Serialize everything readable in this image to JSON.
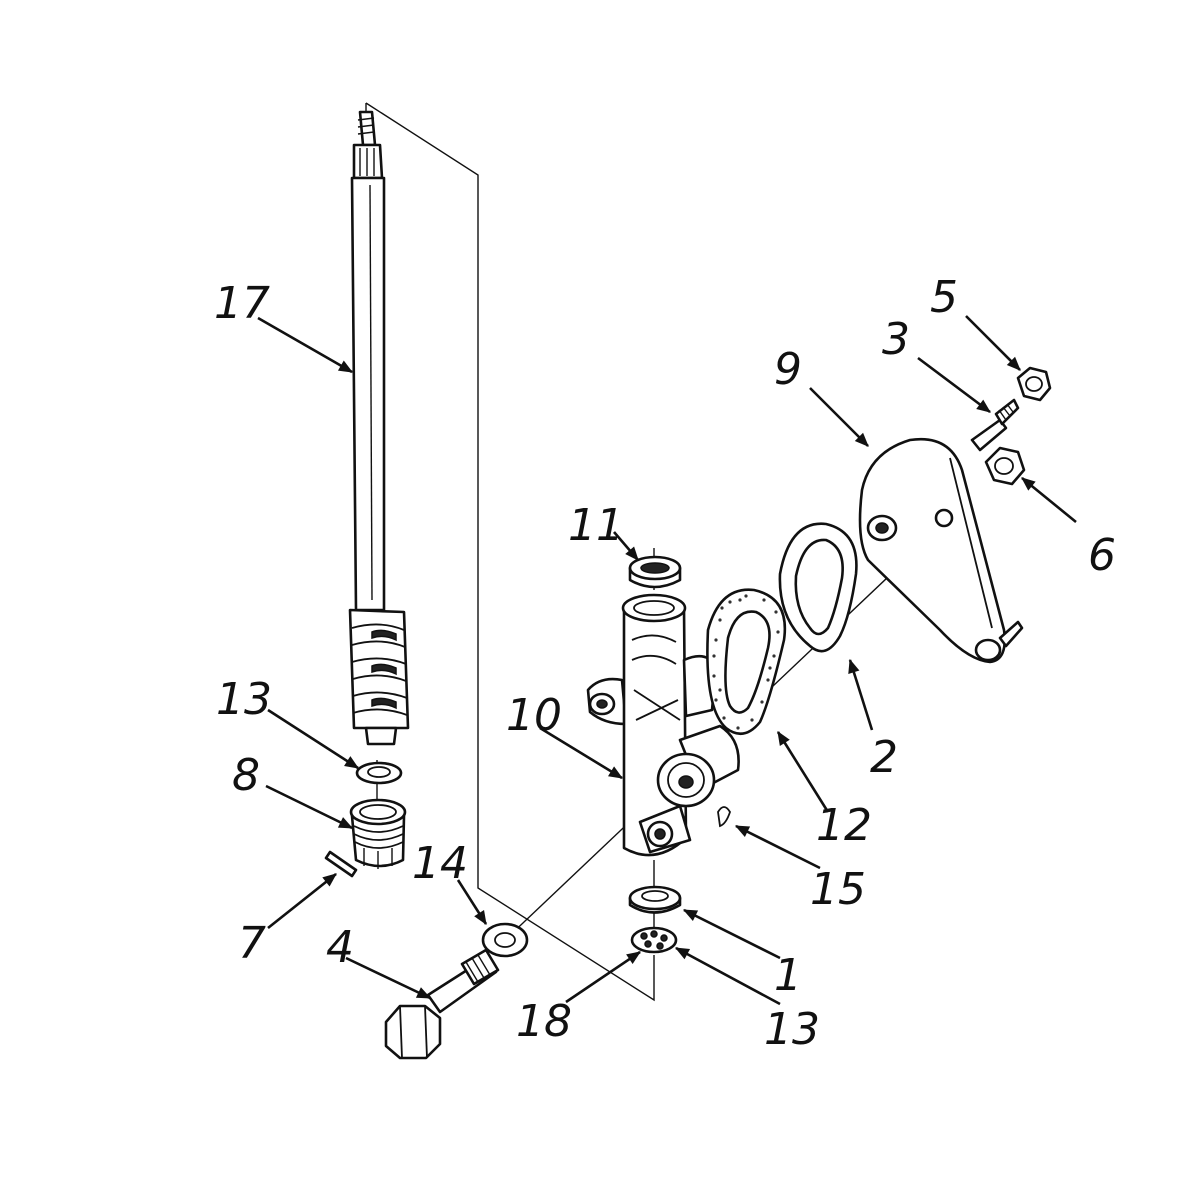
{
  "callouts": [
    {
      "id": "c17",
      "label": "17"
    },
    {
      "id": "c5",
      "label": "5"
    },
    {
      "id": "c3",
      "label": "3"
    },
    {
      "id": "c9",
      "label": "9"
    },
    {
      "id": "c11",
      "label": "11"
    },
    {
      "id": "c6",
      "label": "6"
    },
    {
      "id": "c13a",
      "label": "13"
    },
    {
      "id": "c10",
      "label": "10"
    },
    {
      "id": "c2",
      "label": "2"
    },
    {
      "id": "c8",
      "label": "8"
    },
    {
      "id": "c12",
      "label": "12"
    },
    {
      "id": "c14",
      "label": "14"
    },
    {
      "id": "c15",
      "label": "15"
    },
    {
      "id": "c7",
      "label": "7"
    },
    {
      "id": "c4",
      "label": "4"
    },
    {
      "id": "c1",
      "label": "1"
    },
    {
      "id": "c18",
      "label": "18"
    },
    {
      "id": "c13b",
      "label": "13"
    }
  ]
}
